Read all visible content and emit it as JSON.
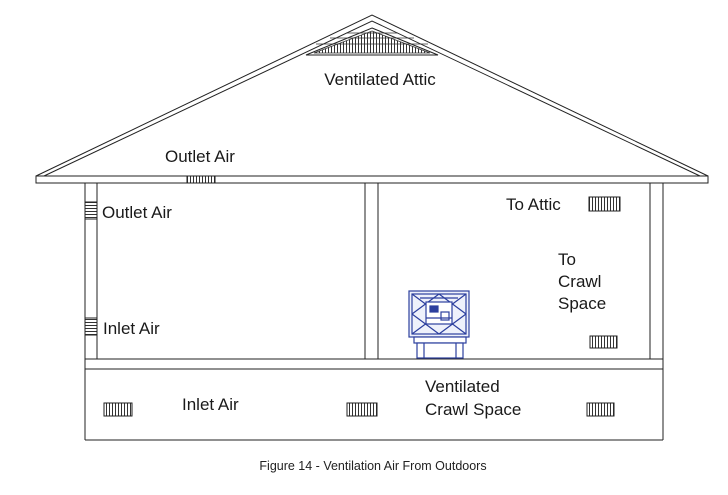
{
  "colors": {
    "line": "#222222",
    "vent": "#333333",
    "unit": "#2c3f9e",
    "background": "#ffffff"
  },
  "labels": {
    "ventilated_attic": "Ventilated Attic",
    "outlet_air_roof": "Outlet Air",
    "outlet_air_wall": "Outlet Air",
    "to_attic": "To Attic",
    "to_crawl_line1": "To",
    "to_crawl_line2": "Crawl",
    "to_crawl_line3": "Space",
    "inlet_air_wall": "Inlet Air",
    "inlet_air_crawl": "Inlet Air",
    "ventilated_crawl_line1": "Ventilated",
    "ventilated_crawl_line2": "Crawl Space"
  },
  "caption": "Figure 14 - Ventilation Air From Outdoors",
  "icons": {
    "gable_vent": "triangular-gable-vent-icon",
    "louver_vent": "louvered-vent-icon",
    "ventilation_unit": "ventilation-unit-icon"
  }
}
